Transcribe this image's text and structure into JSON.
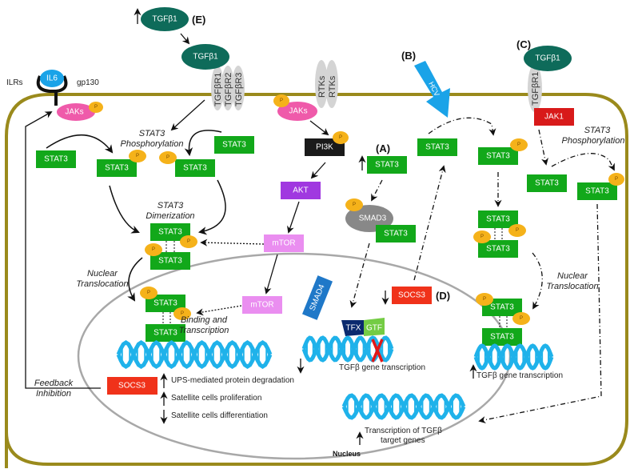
{
  "diagram": {
    "panel_tags": {
      "A": "(A)",
      "B": "(B)",
      "C": "(C)",
      "D": "(D)",
      "E": "(E)"
    },
    "ligands": {
      "tgfb1": "TGFβ1",
      "il6": "IL6",
      "hcv": "HCV"
    },
    "receptors": {
      "ilrs": "ILRs",
      "gp130": "gp130",
      "tgfbr1": "TGFβR1",
      "tgfbr2": "TGFβR2",
      "tgfbr3": "TGFβR3",
      "rtks": "RTKs"
    },
    "proteins": {
      "jaks": "JAKs",
      "jak1": "JAK1",
      "stat3": "STAT3",
      "pi3k": "PI3K",
      "akt": "AKT",
      "mtor": "mTOR",
      "smad3": "SMAD3",
      "smad4": "SMAD4",
      "socs3": "SOCS3",
      "tfx": "TFX",
      "gtf": "GTF",
      "phospho": "P"
    },
    "process_labels": {
      "phosphorylation_1": "STAT3",
      "phosphorylation_2": "Phosphorylation",
      "dimerization_1": "STAT3",
      "dimerization_2": "Dimerization",
      "nuclear_1": "Nuclear",
      "nuclear_2": "Translocation",
      "binding_1": "Binding and",
      "binding_2": "Transcription",
      "feedback_1": "Feedback",
      "feedback_2": "Inhibition"
    },
    "outcomes": {
      "ups": "UPS-mediated protein degradation",
      "proliferation": "Satellite cells proliferation",
      "differentiation": "Satellite cells differentiation",
      "tgfb_transcription": "TGFβ gene transcription",
      "target_genes_1": "Transcription of TGFβ",
      "target_genes_2": "target genes"
    },
    "compartments": {
      "nucleus": "Nucleus"
    },
    "colors": {
      "membrane": "#9a8a1c",
      "nucleus": "#a8a8a8",
      "stat3": "#12a81a",
      "phospho": "#f5b21a",
      "tgfb1": "#0e6b5a",
      "jaks": "#ef5aaa",
      "il6": "#1aa3e8",
      "receptor": "#d4d4d4",
      "pi3k": "#1a1a1a",
      "akt": "#a038e0",
      "mtor": "#ea8ef0",
      "smad3": "#888888",
      "smad4": "#1f78c8",
      "socs3": "#f0321a",
      "jak1": "#d81a1a",
      "tfx": "#0b2a6e",
      "gtf": "#74cc44",
      "dna": "#1fb2ea",
      "hcv": "#1aa3e8"
    }
  }
}
